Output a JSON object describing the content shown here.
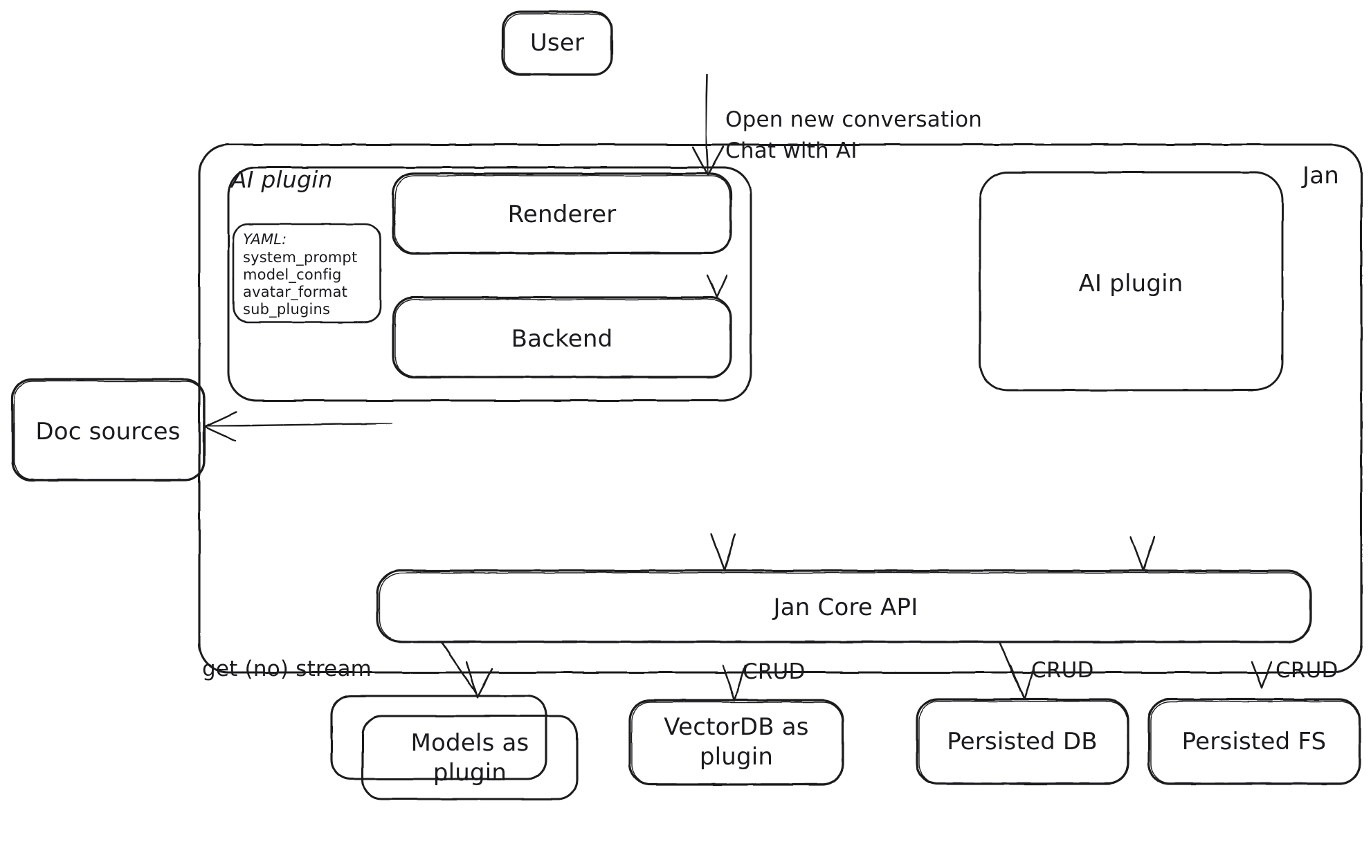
{
  "diagram": {
    "title": "Jan architecture diagram",
    "style": "hand-drawn sketch",
    "stroke_color": "#1b1b1f",
    "fill_color": "#ffffff"
  },
  "containers": {
    "jan": {
      "label": "Jan"
    },
    "ai_plugin_group": {
      "label": "AI plugin"
    }
  },
  "nodes": {
    "user": {
      "label": "User"
    },
    "renderer": {
      "label": "Renderer"
    },
    "backend": {
      "label": "Backend"
    },
    "ai_plugin_right": {
      "label": "AI plugin"
    },
    "doc_sources": {
      "label": "Doc sources"
    },
    "jan_core_api": {
      "label": "Jan Core API"
    },
    "models_as_plugin": {
      "label": "Models as\nplugin"
    },
    "vectordb_as_plugin": {
      "label": "VectorDB as\nplugin"
    },
    "persisted_db": {
      "label": "Persisted DB"
    },
    "persisted_fs": {
      "label": "Persisted FS"
    }
  },
  "yaml_card": {
    "heading": "YAML:",
    "items": [
      "system_prompt",
      "model_config",
      "avatar_format",
      "sub_plugins"
    ]
  },
  "edges": [
    {
      "id": "user-to-renderer",
      "from": "user",
      "to": "renderer",
      "label": "Open new conversation\nChat with AI"
    },
    {
      "id": "renderer-to-backend",
      "from": "renderer",
      "to": "backend",
      "label": ""
    },
    {
      "id": "backend-to-doc-sources",
      "from": "backend",
      "to": "doc_sources",
      "label": ""
    },
    {
      "id": "backend-to-core-api",
      "from": "backend",
      "to": "jan_core_api",
      "label": ""
    },
    {
      "id": "ai-plugin-to-core-api",
      "from": "ai_plugin_right",
      "to": "jan_core_api",
      "label": ""
    },
    {
      "id": "core-api-to-models",
      "from": "jan_core_api",
      "to": "models_as_plugin",
      "label": "get (no) stream"
    },
    {
      "id": "core-api-to-vectordb",
      "from": "jan_core_api",
      "to": "vectordb_as_plugin",
      "label": "CRUD"
    },
    {
      "id": "core-api-to-persisted-db",
      "from": "jan_core_api",
      "to": "persisted_db",
      "label": "CRUD"
    },
    {
      "id": "core-api-to-persisted-fs",
      "from": "jan_core_api",
      "to": "persisted_fs",
      "label": "CRUD"
    }
  ],
  "edge_labels": {
    "user_flow_line1": "Open new conversation",
    "user_flow_line2": "Chat with AI",
    "get_no_stream": "get (no) stream",
    "crud_vectordb": "CRUD",
    "crud_persisted_db": "CRUD",
    "crud_persisted_fs": "CRUD"
  }
}
